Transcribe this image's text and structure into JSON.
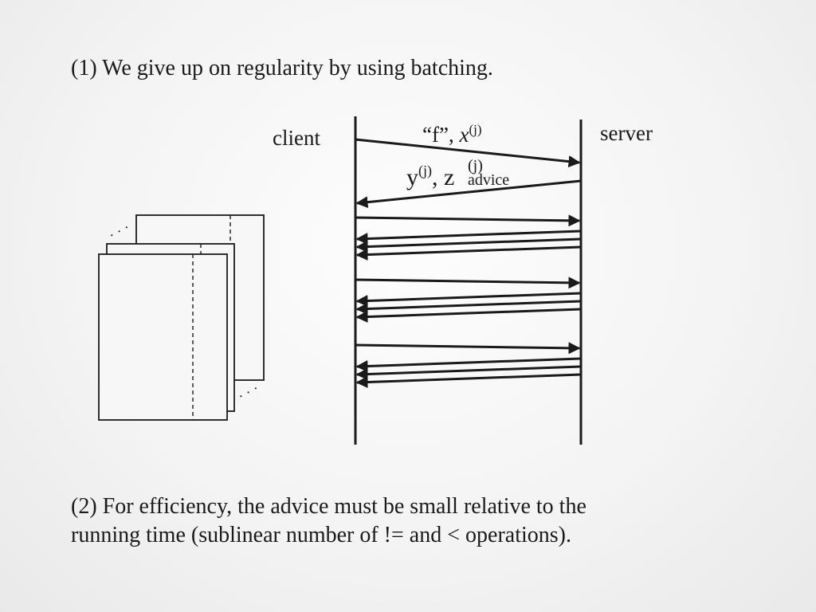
{
  "slide": {
    "heading": "(1) We give up on regularity by using batching.",
    "footnote_line1": "(2) For efficiency, the advice must be small relative to the",
    "footnote_line2": "running time (sublinear number of != and < operations)."
  },
  "diagram": {
    "client_label": "client",
    "server_label": "server",
    "request_label": {
      "quote": "“f”, ",
      "var": "x",
      "sup": "(j)"
    },
    "response_label": {
      "var1": "y",
      "sup1": "(j)",
      "sep": ", ",
      "var2": "z",
      "sup2": "(j)",
      "sub2": "advice"
    },
    "ellipsis_top": "· · ·",
    "ellipsis_bottom": "· · ·",
    "colors": {
      "stroke": "#1a1a1a",
      "page_fill": "#f7f7f7"
    }
  }
}
